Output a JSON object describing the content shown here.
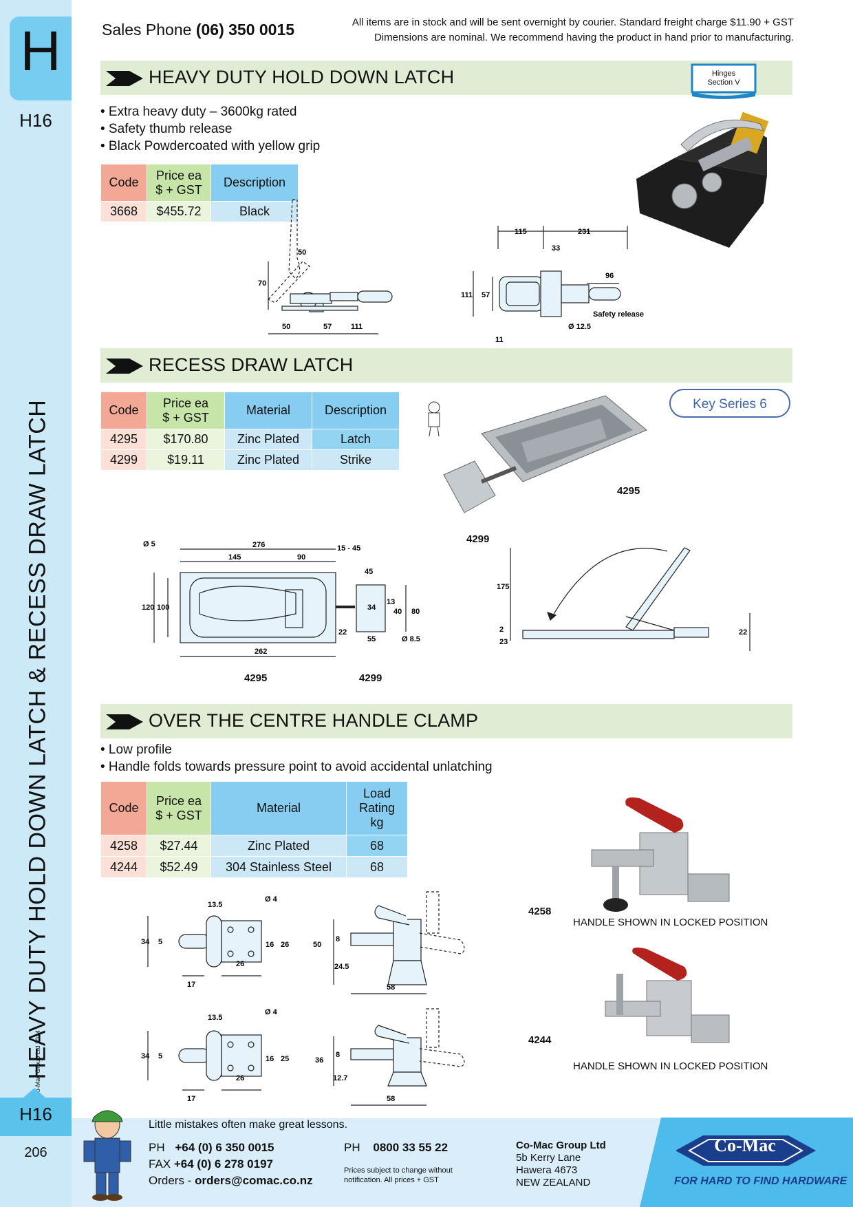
{
  "sidebar": {
    "section_letter": "H",
    "page_code": "H16",
    "vertical_title": "HEAVY DUTY HOLD DOWN LATCH & RECESS DRAW LATCH",
    "copyright": "© Co-Mac Group Ltd 2024",
    "page_number": "206"
  },
  "header": {
    "sales_phone_label": "Sales Phone",
    "sales_phone_number": "(06) 350 0015",
    "notice_line1": "All items are in stock and will be sent overnight by courier. Standard freight charge $11.90 + GST",
    "notice_line2": "Dimensions are nominal. We recommend having the product in hand prior to manufacturing."
  },
  "section1": {
    "title": "HEAVY DUTY HOLD DOWN LATCH",
    "badge_line1": "Hinges",
    "badge_line2": "Section V",
    "bullets": [
      "• Extra heavy duty – 3600kg rated",
      "• Safety thumb release",
      "• Black Powdercoated with yellow grip"
    ],
    "table": {
      "headers": [
        "Code",
        "Price ea",
        "$ + GST",
        "Description"
      ],
      "rows": [
        [
          "3668",
          "$455.72",
          "Black"
        ]
      ]
    },
    "dims": [
      "50",
      "70",
      "50",
      "57",
      "111",
      "115",
      "231",
      "33",
      "96",
      "111",
      "57",
      "11",
      "Ø 12.5",
      "Safety release"
    ]
  },
  "section2": {
    "title": "RECESS DRAW LATCH",
    "key_series": "Key Series 6",
    "table": {
      "headers": [
        "Code",
        "Price ea",
        "$ + GST",
        "Material",
        "Description"
      ],
      "rows": [
        [
          "4295",
          "$170.80",
          "Zinc Plated",
          "Latch"
        ],
        [
          "4299",
          "$19.11",
          "Zinc Plated",
          "Strike"
        ]
      ]
    },
    "photo_labels": [
      "4295",
      "4299"
    ],
    "drawing_labels": [
      "4295",
      "4299"
    ],
    "dims": [
      "Ø 5",
      "276",
      "145",
      "90",
      "15 - 45",
      "45",
      "120",
      "100",
      "34",
      "13",
      "40",
      "80",
      "22",
      "55",
      "Ø 8.5",
      "262",
      "175",
      "2",
      "23",
      "22"
    ]
  },
  "section3": {
    "title": "OVER THE CENTRE HANDLE CLAMP",
    "bullets": [
      "• Low profile",
      "• Handle folds towards pressure point to avoid accidental unlatching"
    ],
    "table": {
      "headers": [
        "Code",
        "Price ea",
        "$ + GST",
        "Material",
        "Load",
        "Rating",
        "kg"
      ],
      "rows": [
        [
          "4258",
          "$27.44",
          "Zinc Plated",
          "68"
        ],
        [
          "4244",
          "$52.49",
          "304 Stainless Steel",
          "68"
        ]
      ]
    },
    "photos": [
      {
        "code": "4258",
        "caption": "HANDLE SHOWN IN LOCKED POSITION"
      },
      {
        "code": "4244",
        "caption": "HANDLE SHOWN IN LOCKED POSITION"
      }
    ],
    "dims_a": [
      "13.5",
      "Ø 4",
      "34",
      "5",
      "16",
      "26",
      "17",
      "26",
      "50",
      "8",
      "24.5",
      "58"
    ],
    "dims_b": [
      "13.5",
      "Ø 4",
      "34",
      "5",
      "16",
      "25",
      "17",
      "26",
      "36",
      "8",
      "12.7",
      "58"
    ]
  },
  "footer": {
    "motto": "Little mistakes often make great lessons.",
    "ph_label": "PH",
    "ph_number": "+64 (0) 6 350 0015",
    "fax_label": "FAX",
    "fax_number": "+64 (0) 6 278 0197",
    "orders_label": "Orders -",
    "orders_email": "orders@comac.co.nz",
    "ph2_label": "PH",
    "ph2_number": "0800 33 55 22",
    "price_note_line1": "Prices subject to change without",
    "price_note_line2": "notification. All prices + GST",
    "company": "Co-Mac Group Ltd",
    "address1": "5b Kerry Lane",
    "address2": "Hawera 4673",
    "address3": "NEW ZEALAND",
    "logo": "Co-Mac",
    "tagline": "FOR HARD TO FIND HARDWARE"
  },
  "colors": {
    "sidebar": "#cbe9f7",
    "section_tab": "#76cdf0",
    "section_bar": "#e0ecd3",
    "code_header": "#f2a895",
    "price_header": "#c7e5a8",
    "blue_header": "#87cdf1",
    "logo_blue": "#4dbbeb"
  }
}
